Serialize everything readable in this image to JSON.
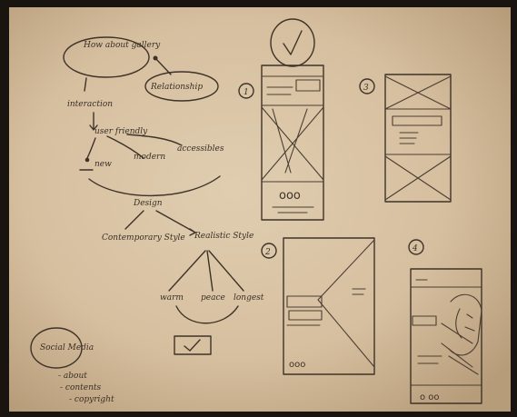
{
  "photo": {
    "subject": "hand-drawn-sketch-on-paper",
    "paper_color": "#d9c3a4",
    "ink_color": "#3e3328"
  },
  "mind_map": {
    "root": "How about gallery",
    "side_bubble": "Relationship",
    "branch_1": "interaction",
    "user_friendly": "user friendly",
    "friendly_options": [
      "new",
      "modern",
      "accessibles"
    ],
    "design": "Design",
    "design_options": [
      "Contemporary Style",
      "Realistic Style"
    ],
    "style_options": [
      "warm",
      "peace",
      "longest"
    ]
  },
  "footer_note": {
    "title": "Social Media",
    "items": [
      "- about",
      "- contents",
      "- copyright"
    ]
  },
  "wireframes": [
    {
      "label": "1",
      "dots": "ooo"
    },
    {
      "label": "3",
      "dots": ""
    },
    {
      "label": "2",
      "dots": "ooo"
    },
    {
      "label": "4",
      "dots": "o oo"
    }
  ]
}
